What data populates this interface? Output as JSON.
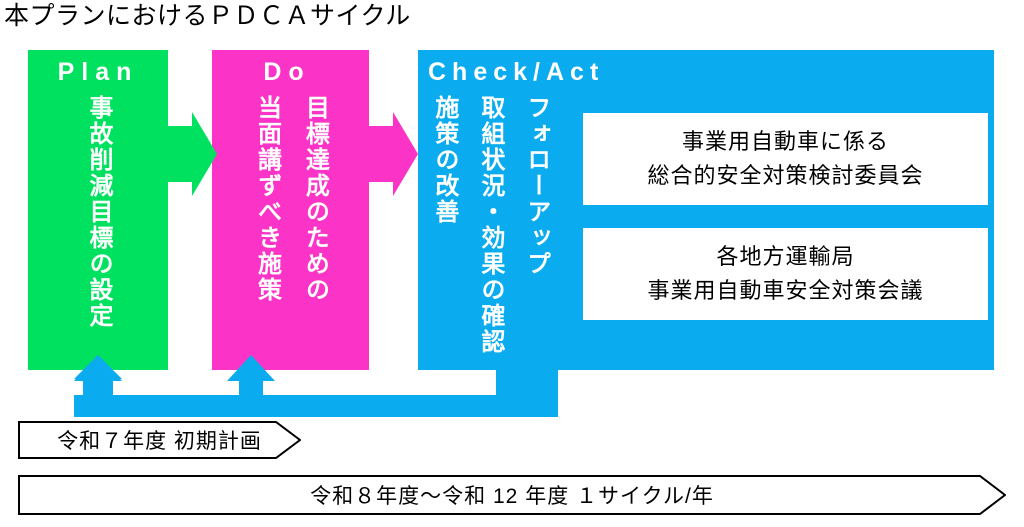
{
  "title": "本プランにおけるＰＤＣＡサイクル",
  "colors": {
    "plan_green": "#00E15F",
    "do_magenta": "#FB33C6",
    "check_blue": "#0AACEF",
    "text_white": "#FFFFFF",
    "text_black": "#000000",
    "background": "#FFFFFF"
  },
  "phases": [
    {
      "id": "plan",
      "heading": "Plan",
      "columns": [
        "事故削減目標の設定"
      ]
    },
    {
      "id": "do",
      "heading": "Do",
      "columns": [
        "目標達成のための",
        "当面講ずべき施策"
      ]
    },
    {
      "id": "check",
      "heading": "Check/Act",
      "columns": [
        "フォローアップ",
        "取組状況・効果の確認",
        "施策の改善"
      ]
    }
  ],
  "committee_boxes": [
    {
      "line1": "事業用自動車に係る",
      "line2": "総合的安全対策検討委員会"
    },
    {
      "line1": "各地方運輸局",
      "line2": "事業用自動車安全対策会議"
    }
  ],
  "arrows": {
    "plan_to_do": "green-right-arrow",
    "do_to_check": "magenta-right-arrow",
    "feedback": "blue-feedback-arrow"
  },
  "timeline_banners": [
    {
      "id": "initial-plan",
      "label": "令和７年度  初期計画"
    },
    {
      "id": "cycle-years",
      "label": "令和８年度～令和 12 年度  １サイクル/年"
    }
  ]
}
